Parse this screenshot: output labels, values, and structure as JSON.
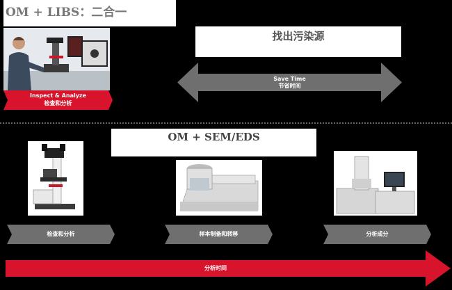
{
  "top_section": {
    "title": "OM + LIBS：二合一",
    "inspect_label_en": "Inspect & Analyze",
    "inspect_label_cn": "检查和分析",
    "goal_title": "找出污染源",
    "save_time_en": "Save Time",
    "save_time_cn": "节省时间"
  },
  "bottom_section": {
    "title": "OM + SEM/EDS",
    "steps": [
      {
        "label": "检查和分析",
        "icon": "microscope-icon"
      },
      {
        "label": "样本制备和转移",
        "icon": "sample-prep-device-icon"
      },
      {
        "label": "分析成分",
        "icon": "sem-instrument-icon"
      }
    ],
    "timeline_label": "分析时间"
  },
  "colors": {
    "red": "#d7142b",
    "gray": "#6f6f6f",
    "background": "#000000"
  }
}
